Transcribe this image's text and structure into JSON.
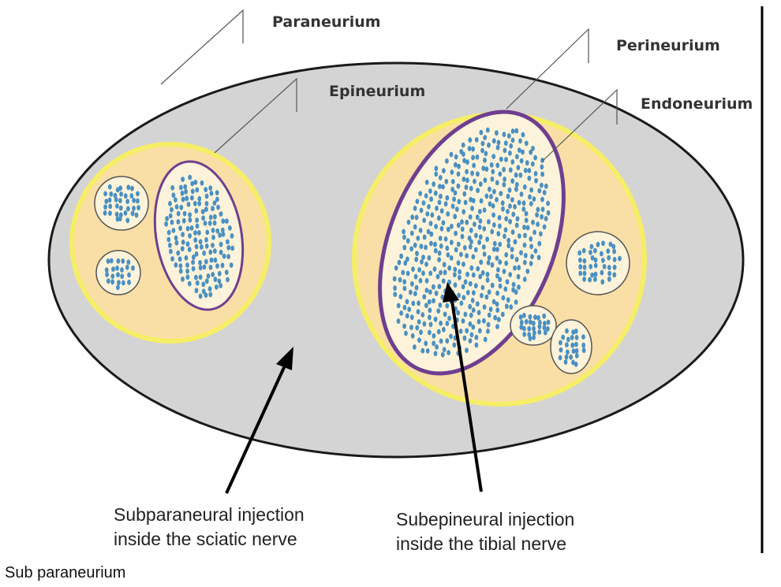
{
  "labels": {
    "paraneurium": "Paraneurium",
    "epineurium": "Epineurium",
    "perineurium": "Perineurium",
    "endoneurium": "Endoneurium"
  },
  "annotations": {
    "sciatic_line1": "Subparaneural injection",
    "sciatic_line2": "inside the sciatic nerve",
    "tibial_line1": "Subepineural injection",
    "tibial_line2": "inside the tibial nerve"
  },
  "caption": "Sub paraneurium",
  "colors": {
    "outer_sheath": "#d4d4d4",
    "epineurium_fill": "#f9dfa6",
    "epineurium_rim": "#f6ee66",
    "fascicle_fill": "#fdf3da",
    "perineurium_ring": "#6e3f8f",
    "axon": "#4a90c2"
  }
}
